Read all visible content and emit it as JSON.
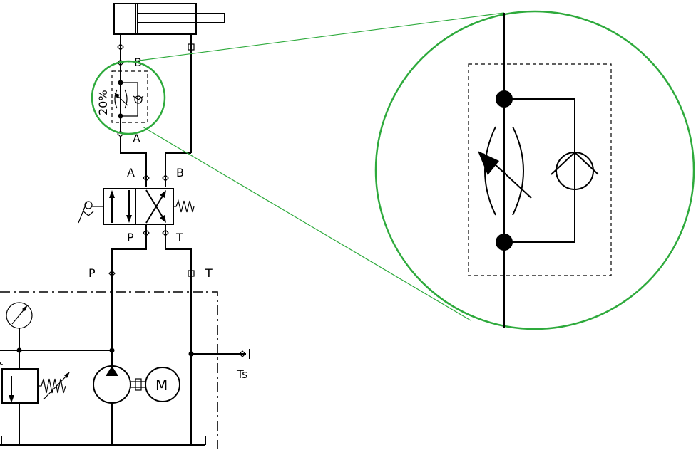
{
  "labels": {
    "cyl_port_b": "B",
    "flow_valve_percent": "20%",
    "flow_valve_port_a": "A",
    "dir_valve_a": "A",
    "dir_valve_b": "B",
    "dir_valve_p": "P",
    "dir_valve_t": "T",
    "supply_p": "P",
    "supply_t": "T",
    "tank_port": "Ts",
    "motor": "M"
  },
  "colors": {
    "zoom_highlight": "#2eaa3c",
    "lines": "#000000"
  }
}
